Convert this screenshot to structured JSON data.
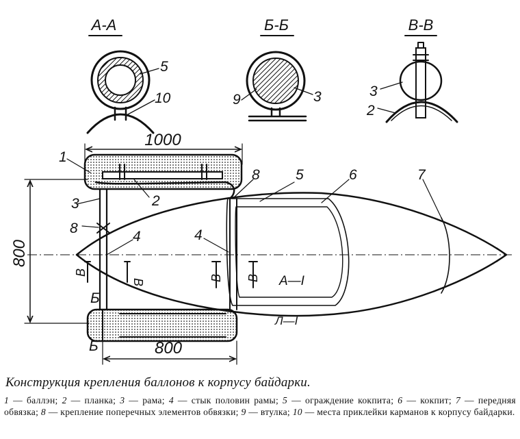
{
  "sections": {
    "aa": {
      "title": "А-А",
      "label_5": "5",
      "label_10": "10"
    },
    "bb": {
      "title": "Б-Б",
      "label_9": "9",
      "label_3": "3"
    },
    "vv": {
      "title": "В-В",
      "label_3": "3",
      "label_2": "2"
    }
  },
  "plan": {
    "dim_top": "1000",
    "dim_side": "800",
    "dim_bottom": "800",
    "labels": {
      "n1": "1",
      "n2": "2",
      "n3": "3",
      "n8a": "8",
      "n4a": "4",
      "n8b": "8",
      "n5": "5",
      "n6": "6",
      "n7": "7",
      "n4b": "4"
    },
    "section_marks": {
      "b_upper": "Б",
      "b_lower": "Б",
      "a_arrow": "А—I",
      "a_lower": "Л—I",
      "v_left": "В",
      "v_right": "В",
      "v_mid_left": "В",
      "v_mid_right": "В"
    }
  },
  "caption": {
    "title": "Конструкция крепления баллонов к корпусу байдарки.",
    "legend": [
      {
        "num": "1",
        "text": "баллэн;"
      },
      {
        "num": "2",
        "text": "планка;"
      },
      {
        "num": "3",
        "text": "рама;"
      },
      {
        "num": "4",
        "text": "стык половин рамы;"
      },
      {
        "num": "5",
        "text": "ограждение кокпита;"
      },
      {
        "num": "6",
        "text": "кокпит;"
      },
      {
        "num": "7",
        "text": "передняя обвязка;"
      },
      {
        "num": "8",
        "text": "крепление поперечных элементов обвязки;"
      },
      {
        "num": "9",
        "text": "втулка;"
      },
      {
        "num": "10",
        "text": "места приклейки карманов к корпусу байдарки."
      }
    ]
  }
}
